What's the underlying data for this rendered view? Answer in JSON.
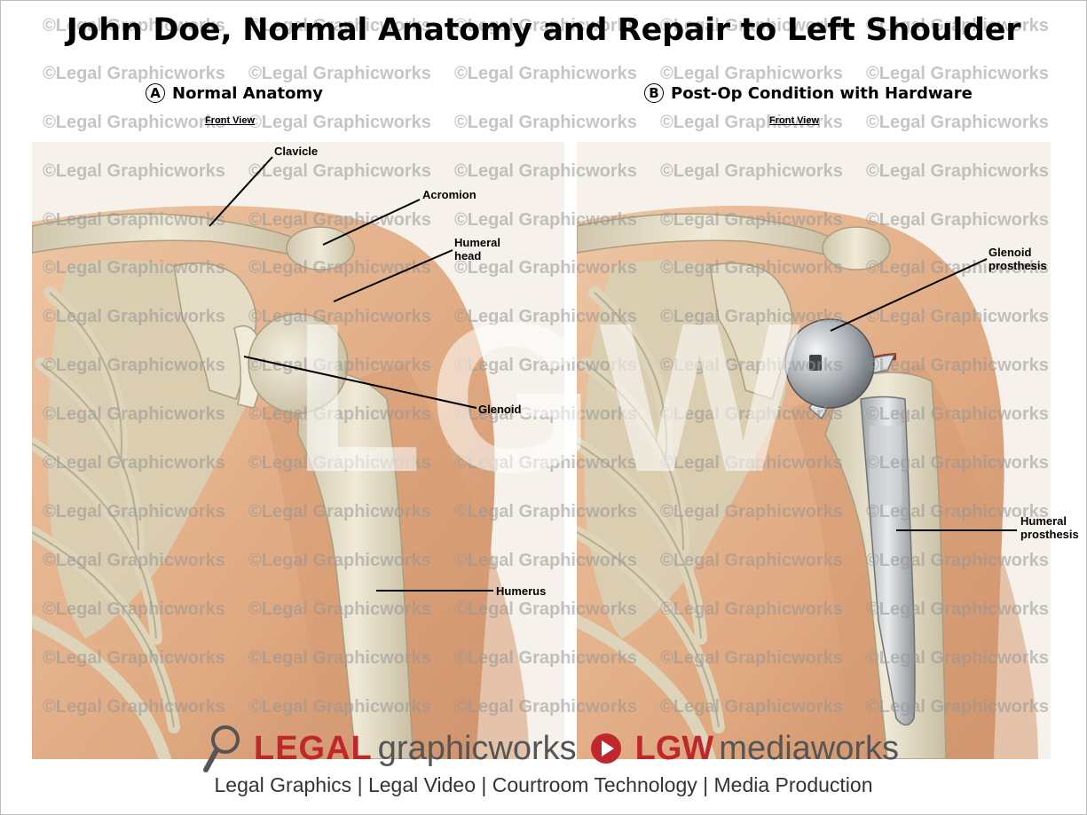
{
  "title": "John Doe, Normal Anatomy and Repair to Left Shoulder",
  "panels": {
    "a": {
      "letter": "A",
      "heading": "Normal Anatomy",
      "view": "Front View"
    },
    "b": {
      "letter": "B",
      "heading": "Post-Op Condition with Hardware",
      "view": "Front View"
    }
  },
  "labels": {
    "clavicle": "Clavicle",
    "acromion": "Acromion",
    "humeral_head": "Humeral\nhead",
    "glenoid": "Glenoid",
    "humerus": "Humerus",
    "glenoid_prosthesis": "Glenoid\nprosthesis",
    "humeral_prosthesis": "Humeral\nprosthesis"
  },
  "watermark": {
    "text": "©Legal Graphicworks",
    "monogram": "LGW"
  },
  "logo": {
    "legal": "LEGAL",
    "graphicworks": "graphicworks",
    "lgw": "LGW",
    "mediaworks": "mediaworks"
  },
  "footer": "Legal Graphics | Legal Video | Courtroom Technology | Media Production",
  "colors": {
    "skin": "#e2b08a",
    "bone": "#e4dcc4",
    "metal": "#a8adb2",
    "brand_red": "#c0272d"
  }
}
